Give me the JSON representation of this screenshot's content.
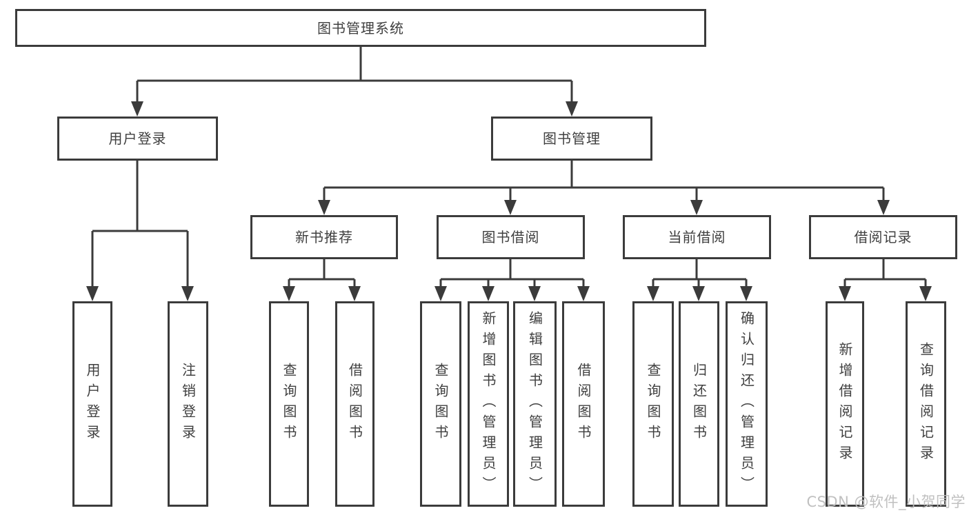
{
  "diagram": {
    "root": "图书管理系统",
    "level2": {
      "user_login": "用户登录",
      "book_management": "图书管理"
    },
    "level3": {
      "new_book_recommendation": "新书推荐",
      "book_borrowing": "图书借阅",
      "current_borrowing": "当前借阅",
      "borrowing_records": "借阅记录"
    },
    "leaves": {
      "user_login": [
        "用户登录",
        "注销登录"
      ],
      "new_book_recommendation": [
        "查询图书",
        "借阅图书"
      ],
      "book_borrowing": [
        "查询图书",
        "新增图书（管理员）",
        "编辑图书（管理员）",
        "借阅图书"
      ],
      "current_borrowing": [
        "查询图书",
        "归还图书",
        "确认归还（管理员）"
      ],
      "borrowing_records": [
        "新增借阅记录",
        "查询借阅记录"
      ]
    }
  },
  "watermark": "CSDN @软件_小贺同学",
  "colors": {
    "line": "#3b3b3b",
    "text": "#3f3f3f",
    "watermark_text": "#bdbdbd",
    "background": "#ffffff"
  }
}
